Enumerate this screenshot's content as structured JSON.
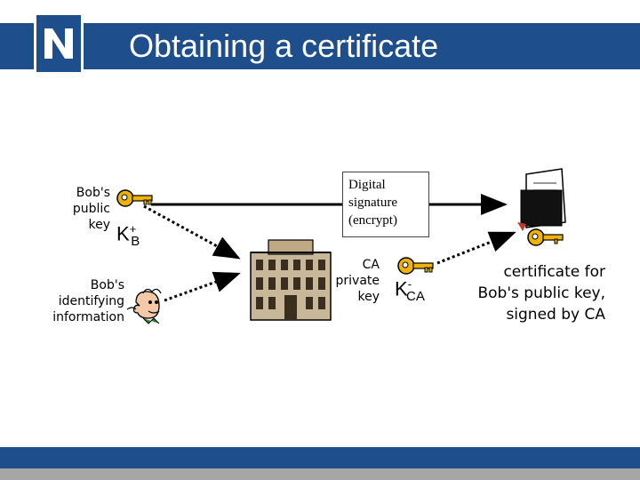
{
  "header": {
    "title": "Obtaining a certificate",
    "logo_letter": "N",
    "band_color": "#1f4e8c"
  },
  "bob_key": {
    "line1": "Bob's",
    "line2": "public",
    "line3": "key",
    "symbol_base": "K",
    "symbol_sup": "+",
    "symbol_sub": "B"
  },
  "bob_info": {
    "line1": "Bob's",
    "line2": "identifying",
    "line3": "information"
  },
  "signature_box": {
    "line1": "Digital",
    "line2": "signature",
    "line3": "(encrypt)"
  },
  "ca_key": {
    "line1": "CA",
    "line2": "private",
    "line3": "key",
    "symbol_base": "K",
    "symbol_sup": "-",
    "symbol_sub": "CA"
  },
  "certificate": {
    "line1": "certificate for",
    "line2": "Bob's public key,",
    "line3": "signed by CA"
  },
  "icons": [
    "key-icon",
    "person-icon",
    "building-icon",
    "certificate-icon"
  ]
}
